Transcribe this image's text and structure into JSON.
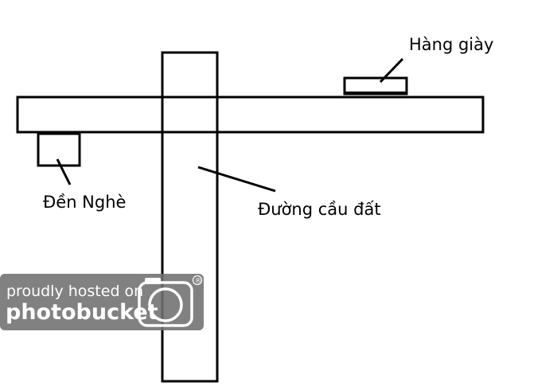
{
  "labels": {
    "hang_giay": "Hàng giày",
    "den_nghe": "Đền Nghè",
    "duong_cau_dat": "Đường cầu đất"
  },
  "watermark": {
    "line1": "proudly hosted on",
    "line2": "photobucket",
    "registered": "®"
  },
  "colors": {
    "stroke": "#000000",
    "background": "#ffffff",
    "watermark": "#6f6f6f"
  },
  "icons": {
    "watermark_logo": "camera-lens-icon"
  }
}
